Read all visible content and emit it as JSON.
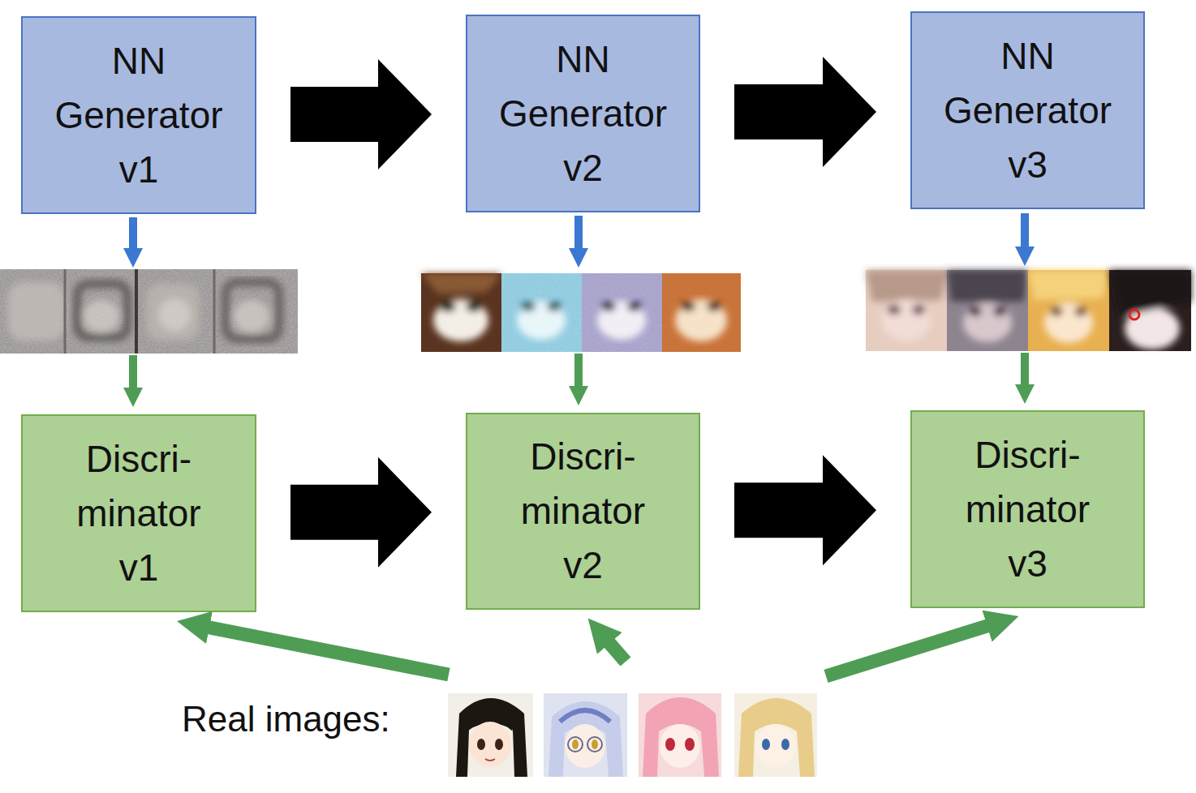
{
  "diagram": {
    "nodes": [
      {
        "text": [
          "NN Generator v1"
        ]
      },
      {
        "text": [
          "NN Generator v2"
        ]
      },
      {
        "text": [
          "NN Generator v3"
        ]
      },
      {
        "text": [
          "Discri- minator v1"
        ]
      },
      {
        "text": [
          "Discri- minator v2"
        ]
      },
      {
        "text": [
          "Discri- minator v3"
        ]
      }
    ],
    "edges": [
      {
        "from": 0,
        "to": 1,
        "arrow": "to"
      },
      {
        "from": 1,
        "to": 2,
        "arrow": "to"
      },
      {
        "from": 3,
        "to": 4,
        "arrow": "to"
      },
      {
        "from": 4,
        "to": 5,
        "arrow": "to"
      }
    ],
    "labels": [
      "Real images:"
    ]
  }
}
